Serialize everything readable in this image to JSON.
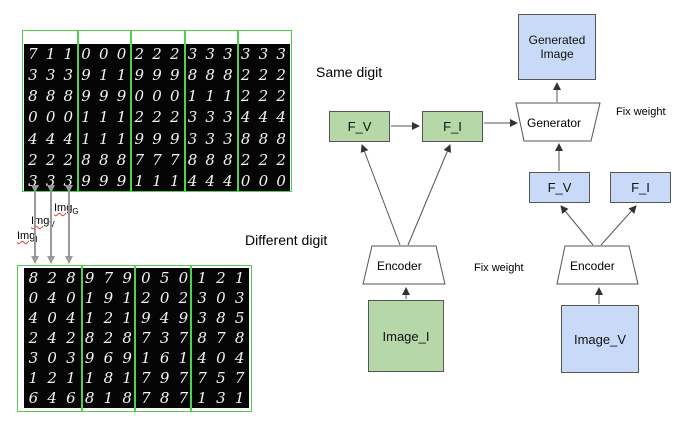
{
  "top_grid": {
    "rows": [
      [
        "7",
        "1",
        "1",
        "0",
        "0",
        "0",
        "2",
        "2",
        "2",
        "3",
        "3",
        "3",
        "3",
        "3",
        "3"
      ],
      [
        "3",
        "3",
        "3",
        "9",
        "1",
        "1",
        "9",
        "9",
        "9",
        "8",
        "8",
        "8",
        "2",
        "2",
        "2"
      ],
      [
        "8",
        "8",
        "8",
        "9",
        "9",
        "9",
        "0",
        "0",
        "0",
        "1",
        "1",
        "1",
        "2",
        "2",
        "2"
      ],
      [
        "0",
        "0",
        "0",
        "1",
        "1",
        "1",
        "2",
        "2",
        "2",
        "3",
        "3",
        "3",
        "4",
        "4",
        "4"
      ],
      [
        "4",
        "4",
        "4",
        "1",
        "1",
        "1",
        "9",
        "9",
        "9",
        "3",
        "3",
        "3",
        "8",
        "8",
        "8"
      ],
      [
        "2",
        "2",
        "2",
        "8",
        "8",
        "8",
        "7",
        "7",
        "7",
        "8",
        "8",
        "8",
        "2",
        "2",
        "2"
      ],
      [
        "3",
        "3",
        "3",
        "9",
        "9",
        "9",
        "1",
        "1",
        "1",
        "4",
        "4",
        "4",
        "0",
        "0",
        "0"
      ]
    ]
  },
  "bottom_grid": {
    "rows": [
      [
        "8",
        "2",
        "8",
        "9",
        "7",
        "9",
        "0",
        "5",
        "0",
        "1",
        "2",
        "1"
      ],
      [
        "0",
        "4",
        "0",
        "1",
        "9",
        "1",
        "2",
        "0",
        "2",
        "3",
        "0",
        "3"
      ],
      [
        "4",
        "0",
        "4",
        "1",
        "2",
        "1",
        "9",
        "4",
        "9",
        "3",
        "8",
        "5"
      ],
      [
        "2",
        "4",
        "2",
        "8",
        "2",
        "8",
        "7",
        "3",
        "7",
        "8",
        "7",
        "8"
      ],
      [
        "3",
        "0",
        "3",
        "9",
        "6",
        "9",
        "1",
        "6",
        "1",
        "4",
        "0",
        "4"
      ],
      [
        "1",
        "2",
        "1",
        "1",
        "8",
        "1",
        "7",
        "9",
        "7",
        "7",
        "5",
        "7"
      ],
      [
        "6",
        "4",
        "6",
        "8",
        "1",
        "8",
        "7",
        "8",
        "7",
        "1",
        "3",
        "1"
      ]
    ]
  },
  "img_labels": {
    "img_i": {
      "base": "Img",
      "sub": "I"
    },
    "img_v": {
      "base": "Img",
      "sub": "V"
    },
    "img_g": {
      "base": "Img",
      "sub": "G"
    }
  },
  "captions": {
    "same_digit": "Same digit",
    "different_digit": "Different digit"
  },
  "diagram": {
    "generated_image": "Generated\nImage",
    "generator": "Generator",
    "fix_weight_top": "Fix weight",
    "f_v_left": "F_V",
    "f_i_left": "F_I",
    "f_v_right": "F_V",
    "f_i_right": "F_I",
    "encoder_left": "Encoder",
    "encoder_right": "Encoder",
    "fix_weight_mid": "Fix weight",
    "image_i": "Image_I",
    "image_v": "Image_V"
  },
  "colors": {
    "green_box": "#b6d7a8",
    "blue_box": "#c9daf8",
    "grid_frame": "#4fd14f"
  }
}
